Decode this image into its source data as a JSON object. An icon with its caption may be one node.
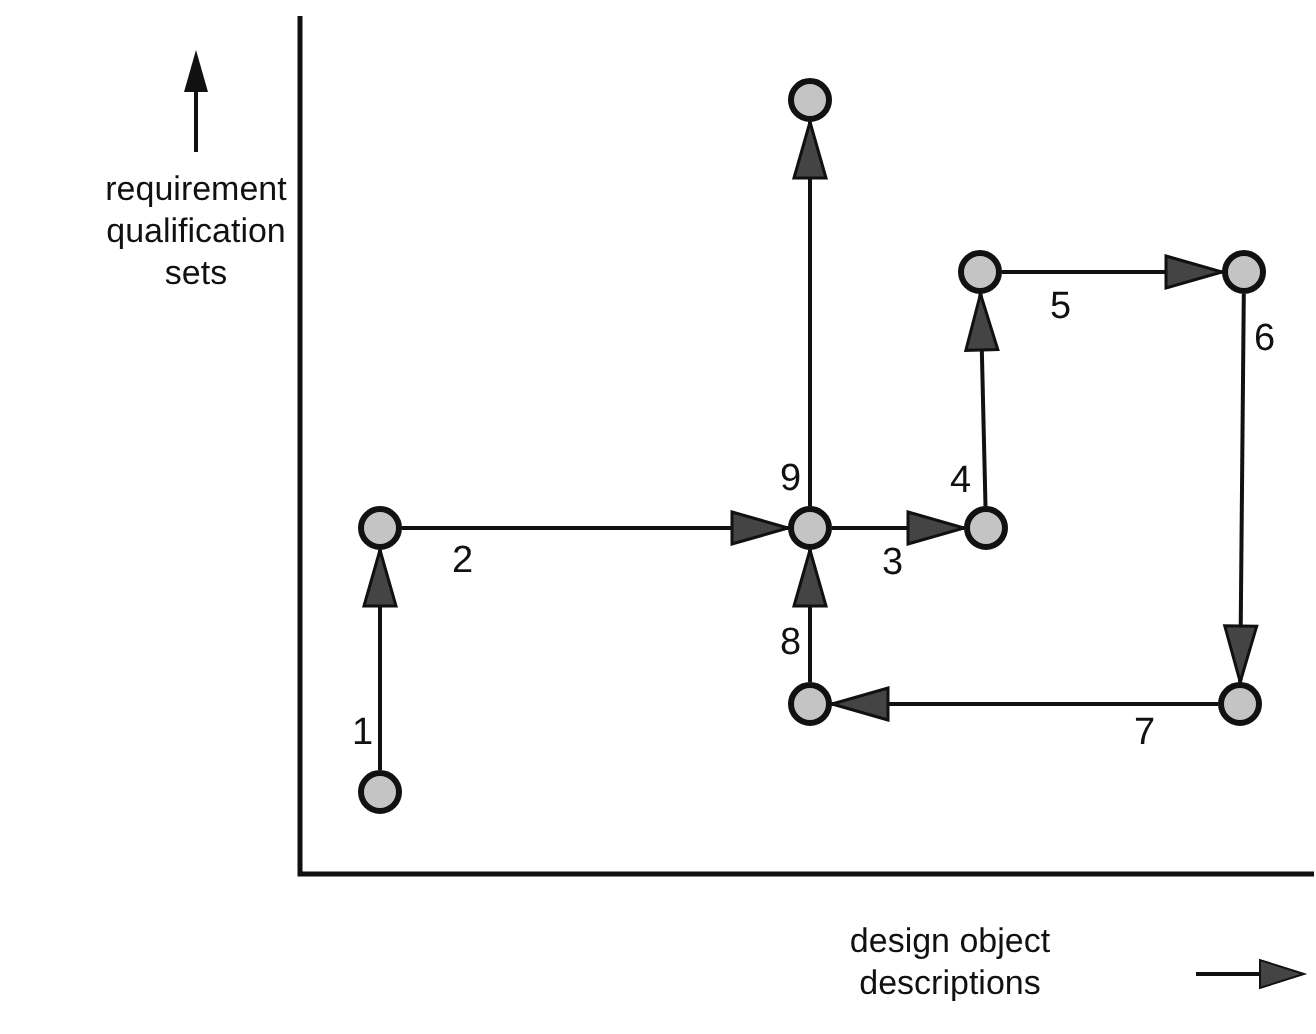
{
  "diagram": {
    "nodes": [
      {
        "text": [],
        "shape": "circle"
      },
      {
        "text": [],
        "shape": "circle"
      },
      {
        "text": [],
        "shape": "circle"
      },
      {
        "text": [],
        "shape": "circle"
      },
      {
        "text": [],
        "shape": "circle"
      },
      {
        "text": [],
        "shape": "circle"
      },
      {
        "text": [],
        "shape": "circle"
      },
      {
        "text": [],
        "shape": "circle"
      },
      {
        "text": [],
        "shape": "circle"
      }
    ],
    "edges": [
      {
        "from": 0,
        "to": 1,
        "arrow": "to",
        "label": "1"
      },
      {
        "from": 1,
        "to": 3,
        "arrow": "to",
        "label": "2"
      },
      {
        "from": 3,
        "to": 4,
        "arrow": "to",
        "label": "3"
      },
      {
        "from": 4,
        "to": 5,
        "arrow": "to",
        "label": "4"
      },
      {
        "from": 5,
        "to": 6,
        "arrow": "to",
        "label": "5"
      },
      {
        "from": 6,
        "to": 7,
        "arrow": "to",
        "label": "6"
      },
      {
        "from": 7,
        "to": 8,
        "arrow": "to",
        "label": "7"
      },
      {
        "from": 8,
        "to": 3,
        "arrow": "to",
        "label": "8"
      },
      {
        "from": 3,
        "to": 2,
        "arrow": "to",
        "label": "9"
      }
    ],
    "labels": [
      "requirement qualification sets",
      "design object descriptions"
    ]
  }
}
